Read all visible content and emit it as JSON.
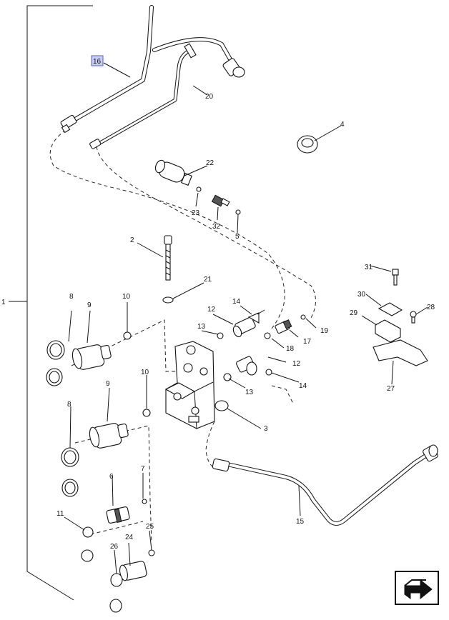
{
  "callouts": [
    {
      "id": "c16",
      "label": "16",
      "highlighted": true
    },
    {
      "id": "c20",
      "label": "20"
    },
    {
      "id": "c4",
      "label": "4"
    },
    {
      "id": "c22",
      "label": "22"
    },
    {
      "id": "c23",
      "label": "23"
    },
    {
      "id": "c32",
      "label": "32"
    },
    {
      "id": "c5",
      "label": "5"
    },
    {
      "id": "c2",
      "label": "2"
    },
    {
      "id": "c21",
      "label": "21"
    },
    {
      "id": "c1",
      "label": "1"
    },
    {
      "id": "c8a",
      "label": "8"
    },
    {
      "id": "c9a",
      "label": "9"
    },
    {
      "id": "c10a",
      "label": "10"
    },
    {
      "id": "c14a",
      "label": "14"
    },
    {
      "id": "c12a",
      "label": "12"
    },
    {
      "id": "c13a",
      "label": "13"
    },
    {
      "id": "c17",
      "label": "17"
    },
    {
      "id": "c19",
      "label": "19"
    },
    {
      "id": "c18",
      "label": "18"
    },
    {
      "id": "c12b",
      "label": "12"
    },
    {
      "id": "c13b",
      "label": "13"
    },
    {
      "id": "c14b",
      "label": "14"
    },
    {
      "id": "c10b",
      "label": "10"
    },
    {
      "id": "c9b",
      "label": "9"
    },
    {
      "id": "c8b",
      "label": "8"
    },
    {
      "id": "c3",
      "label": "3"
    },
    {
      "id": "c31",
      "label": "31"
    },
    {
      "id": "c30",
      "label": "30"
    },
    {
      "id": "c29",
      "label": "29"
    },
    {
      "id": "c28",
      "label": "28"
    },
    {
      "id": "c27",
      "label": "27"
    },
    {
      "id": "c7",
      "label": "7"
    },
    {
      "id": "c6",
      "label": "6"
    },
    {
      "id": "c11",
      "label": "11"
    },
    {
      "id": "c15",
      "label": "15"
    },
    {
      "id": "c24",
      "label": "24"
    },
    {
      "id": "c25",
      "label": "25"
    },
    {
      "id": "c26",
      "label": "26"
    }
  ],
  "colors": {
    "highlight": "#c8cdf2",
    "ink": "#111111"
  },
  "nav_icon": "page-forward-arrow-icon"
}
